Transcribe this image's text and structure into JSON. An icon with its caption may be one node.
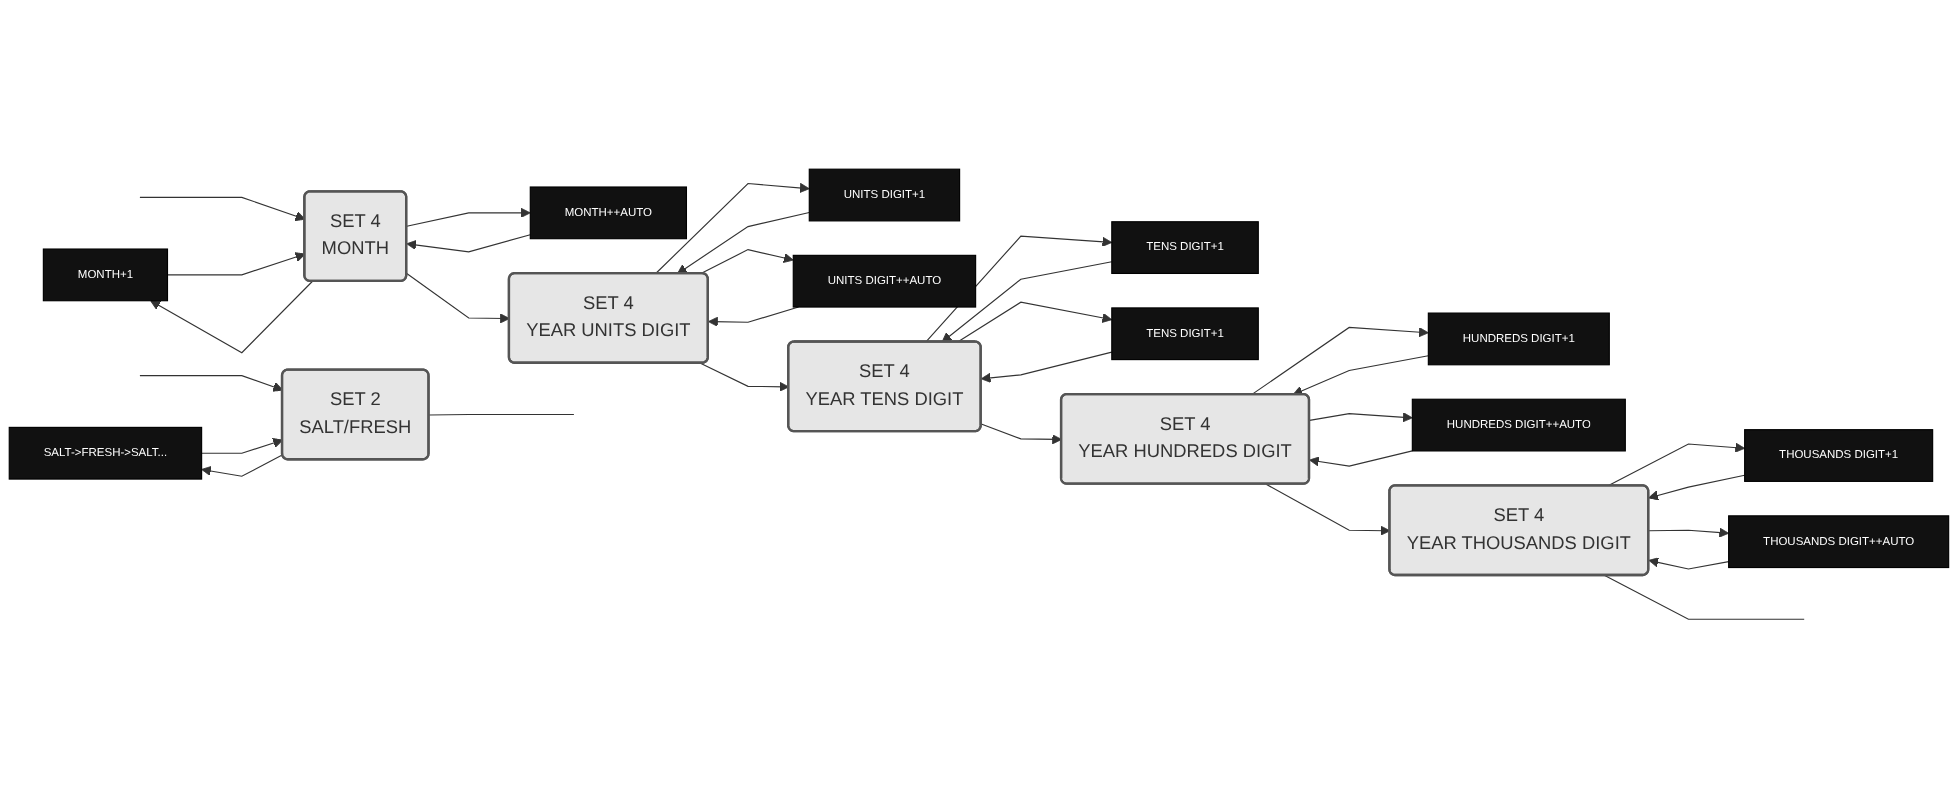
{
  "diagram": {
    "nodes": [
      {
        "text": [
          "SALT->FRESH->SALT..."
        ]
      },
      {
        "text": [
          "SET 2",
          "SALT/FRESH"
        ]
      },
      {
        "text": [
          "MONTH+1"
        ]
      },
      {
        "text": [
          "SET 4",
          "MONTH"
        ]
      },
      {
        "text": [
          "MONTH++AUTO"
        ]
      },
      {
        "text": [
          "UNITS DIGIT+1"
        ]
      },
      {
        "text": [
          "SET 4",
          "YEAR UNITS DIGIT"
        ]
      },
      {
        "text": [
          "UNITS DIGIT++AUTO"
        ]
      },
      {
        "text": [
          "TENS DIGIT+1"
        ]
      },
      {
        "text": [
          "SET 4",
          "YEAR TENS DIGIT"
        ]
      },
      {
        "text": [
          "TENS DIGIT+1"
        ]
      },
      {
        "text": [
          "HUNDREDS DIGIT+1"
        ]
      },
      {
        "text": [
          "SET 4",
          "YEAR HUNDREDS DIGIT"
        ]
      },
      {
        "text": [
          "HUNDREDS DIGIT++AUTO"
        ]
      },
      {
        "text": [
          "THOUSANDS DIGIT+1"
        ]
      },
      {
        "text": [
          "SET 4",
          "YEAR THOUSANDS DIGIT"
        ]
      },
      {
        "text": [
          "THOUSANDS DIGIT++AUTO"
        ]
      }
    ],
    "edges": [
      {
        "from": null,
        "to": 1,
        "arrow": "to"
      },
      {
        "from": 0,
        "to": 1,
        "arrow": "to"
      },
      {
        "from": 1,
        "to": 0,
        "arrow": "to"
      },
      {
        "from": 1,
        "to": null,
        "arrow": "none"
      },
      {
        "from": null,
        "to": 3,
        "arrow": "to"
      },
      {
        "from": 2,
        "to": 3,
        "arrow": "to"
      },
      {
        "from": 3,
        "to": 2,
        "arrow": "to"
      },
      {
        "from": 4,
        "to": 3,
        "arrow": "to"
      },
      {
        "from": 3,
        "to": 4,
        "arrow": "to"
      },
      {
        "from": 3,
        "to": 6,
        "arrow": "to"
      },
      {
        "from": 5,
        "to": 6,
        "arrow": "to"
      },
      {
        "from": 6,
        "to": 5,
        "arrow": "to"
      },
      {
        "from": 7,
        "to": 6,
        "arrow": "to"
      },
      {
        "from": 6,
        "to": 7,
        "arrow": "to"
      },
      {
        "from": 6,
        "to": 9,
        "arrow": "to"
      },
      {
        "from": 8,
        "to": 9,
        "arrow": "to"
      },
      {
        "from": 9,
        "to": 8,
        "arrow": "to"
      },
      {
        "from": 10,
        "to": 9,
        "arrow": "to"
      },
      {
        "from": 9,
        "to": 10,
        "arrow": "to"
      },
      {
        "from": 9,
        "to": 12,
        "arrow": "to"
      },
      {
        "from": 11,
        "to": 12,
        "arrow": "to"
      },
      {
        "from": 12,
        "to": 11,
        "arrow": "to"
      },
      {
        "from": 13,
        "to": 12,
        "arrow": "to"
      },
      {
        "from": 12,
        "to": 13,
        "arrow": "to"
      },
      {
        "from": 12,
        "to": 15,
        "arrow": "to"
      },
      {
        "from": 14,
        "to": 15,
        "arrow": "to"
      },
      {
        "from": 15,
        "to": 14,
        "arrow": "to"
      },
      {
        "from": 16,
        "to": 15,
        "arrow": "to"
      },
      {
        "from": 15,
        "to": 16,
        "arrow": "to"
      },
      {
        "from": 15,
        "to": null,
        "arrow": "none"
      }
    ]
  }
}
